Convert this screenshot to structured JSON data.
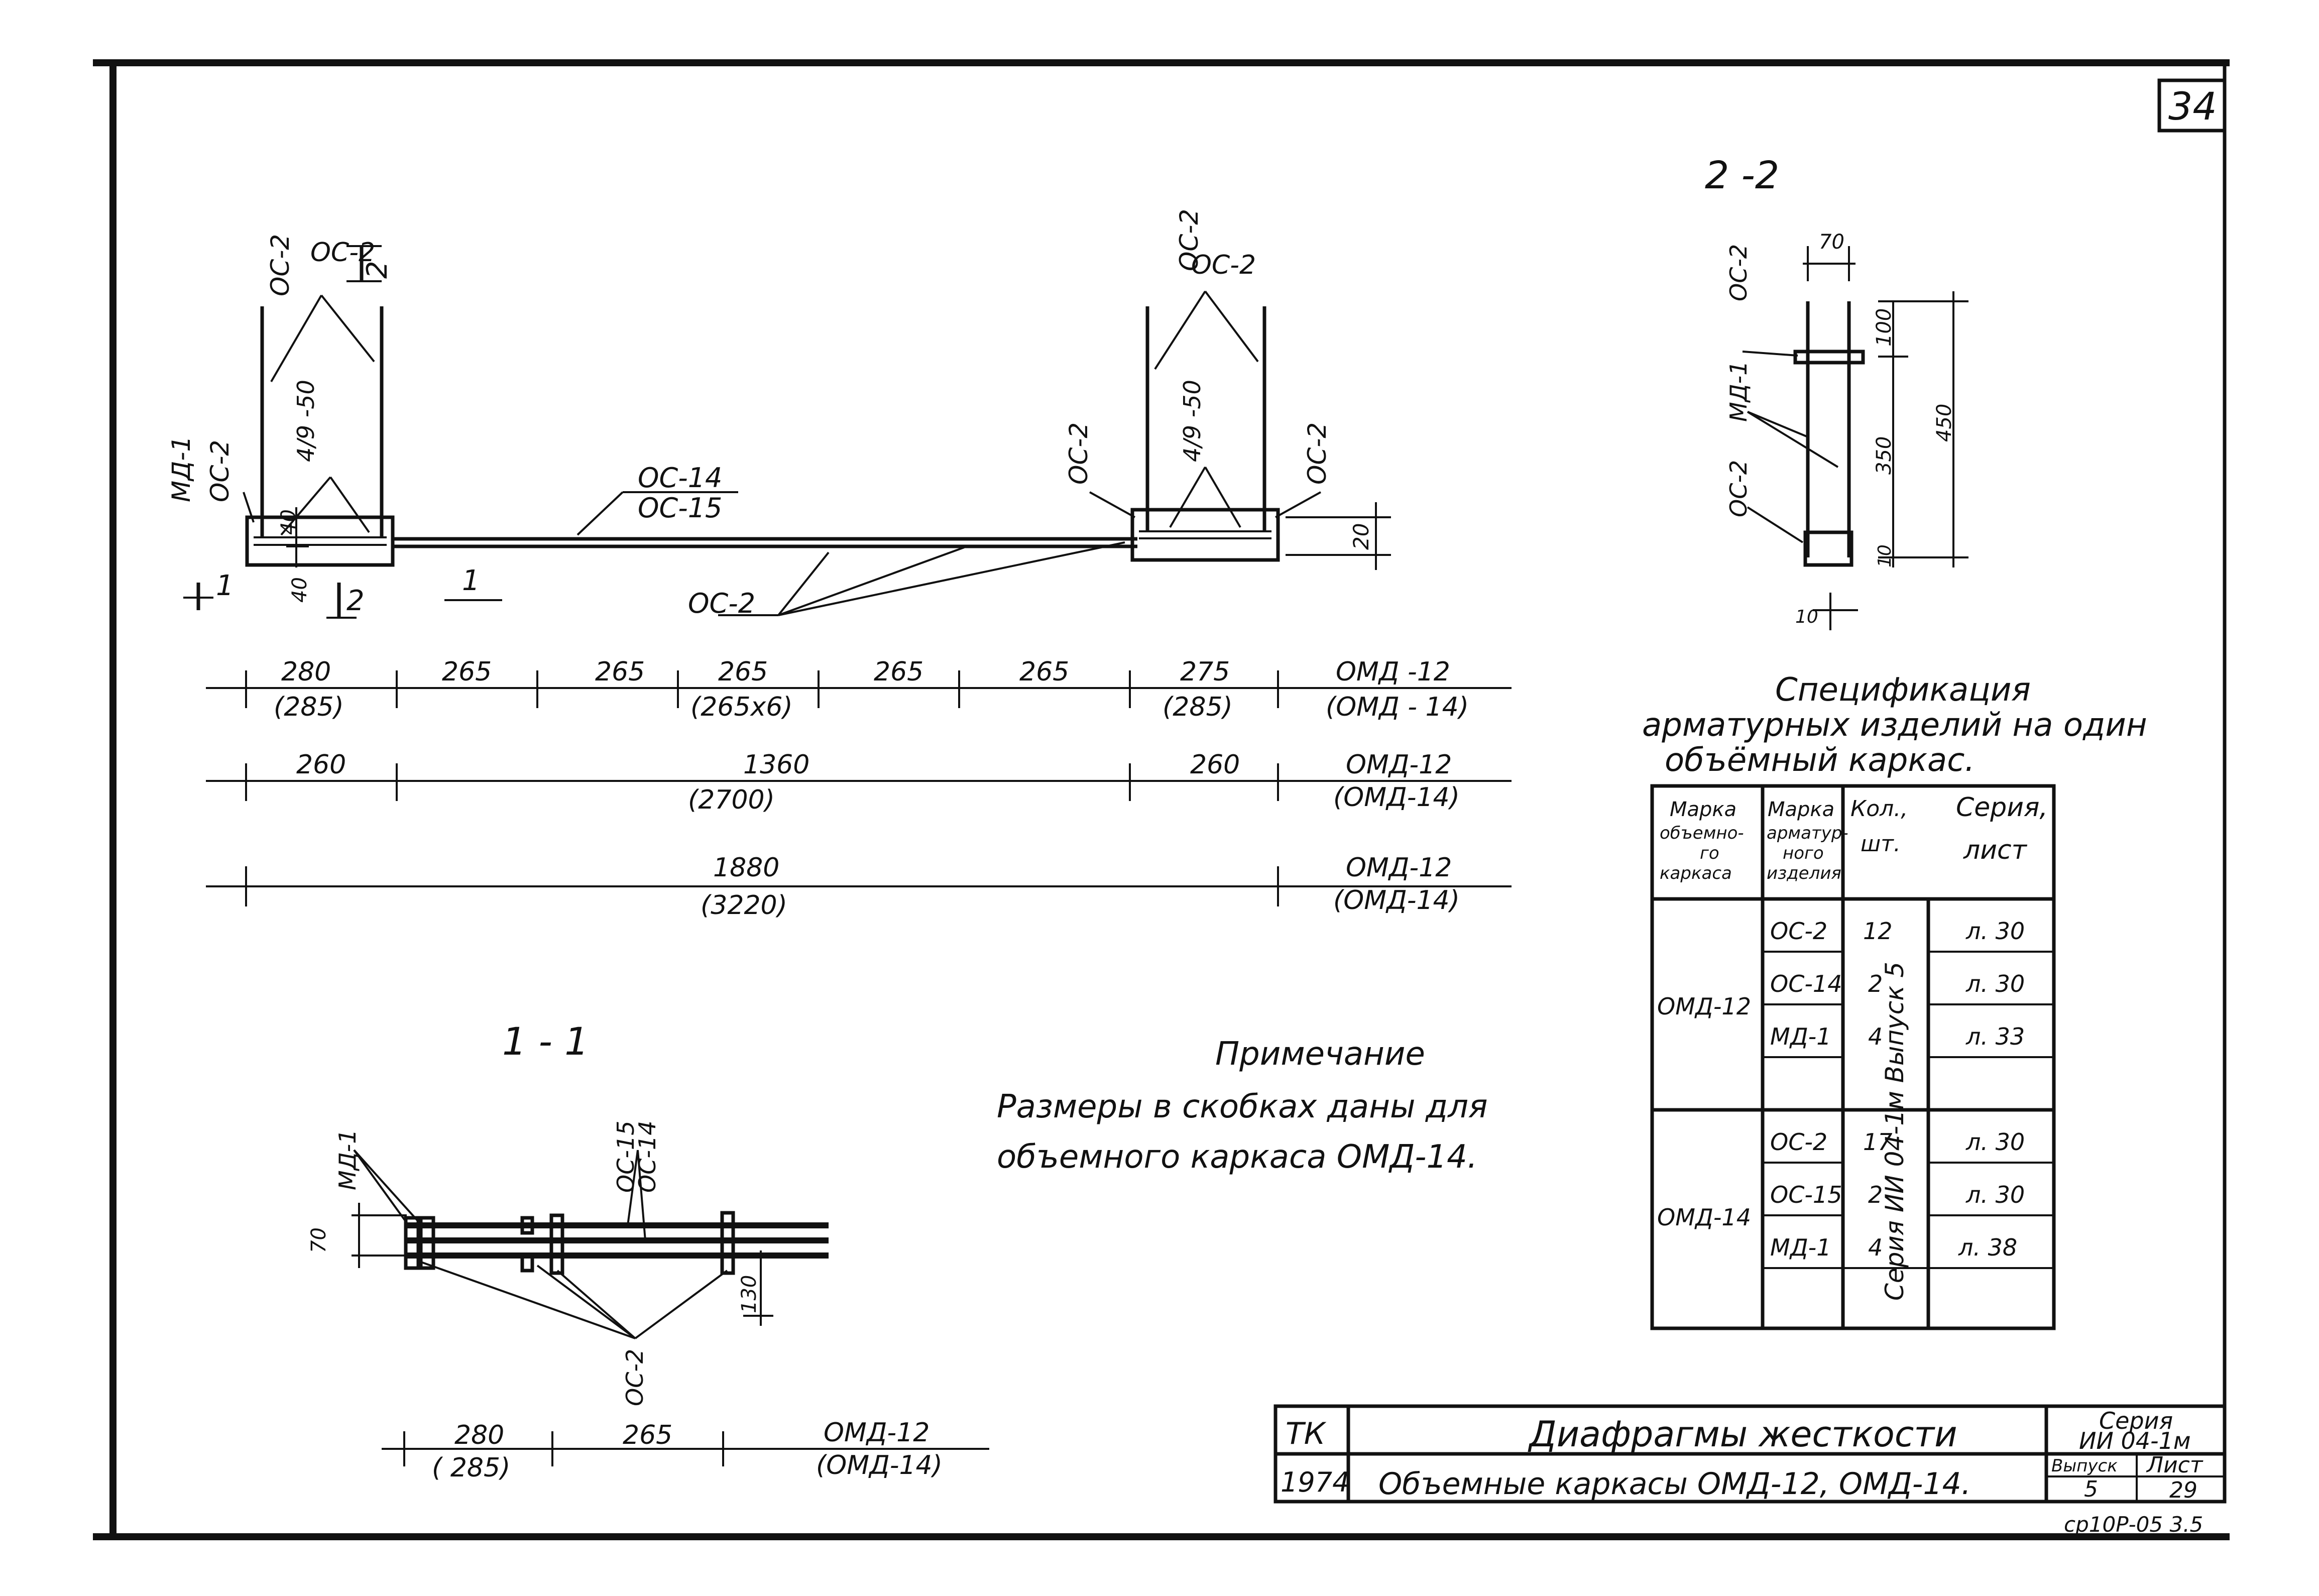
{
  "sheet": {
    "number": "34"
  },
  "section_2_2": {
    "title": "2 -2",
    "label_os2_top": "ОС-2",
    "label_md1": "МД-1",
    "label_os2_bottom": "ОС-2",
    "dim_width": "70",
    "dim_top": "100",
    "dim_mid": "350",
    "dim_total": "450",
    "dim_bottom": "10",
    "dim_base": "10"
  },
  "elevation": {
    "left_md1": "МД-1",
    "left_os2": "ОС-2",
    "left_os2_top": "ОС-2",
    "left_rebar": "4/9 -50",
    "left_dim_40a": "40",
    "left_dim_40b": "40",
    "cut_mark_1": "1",
    "cut_mark_2": "2",
    "beam_label_top": "ОС-14",
    "beam_label_bottom": "ОС-15",
    "beam_os2": "ОС-2",
    "right_os2_top": "ОС-2",
    "right_os2_left": "ОС-2",
    "right_os2_right": "ОС-2",
    "right_rebar": "4/9 -50",
    "right_dim_20": "20"
  },
  "dims_row1": {
    "items": [
      {
        "main": "280",
        "alt": "(285)"
      },
      {
        "main": "265",
        "alt": ""
      },
      {
        "main": "265",
        "alt": ""
      },
      {
        "main": "265",
        "alt": "(265x6)"
      },
      {
        "main": "265",
        "alt": ""
      },
      {
        "main": "265",
        "alt": ""
      },
      {
        "main": "275",
        "alt": "(285)"
      }
    ],
    "tag_main": "ОМД -12",
    "tag_alt": "(ОМД - 14)"
  },
  "dims_row2": {
    "items": [
      {
        "main": "260",
        "alt": ""
      },
      {
        "main": "1360",
        "alt": "(2700)"
      },
      {
        "main": "260",
        "alt": ""
      }
    ],
    "tag_main": "ОМД-12",
    "tag_alt": "(ОМД-14)"
  },
  "dims_row3": {
    "main": "1880",
    "alt": "(3220)",
    "tag_main": "ОМД-12",
    "tag_alt": "(ОМД-14)"
  },
  "section_1_1": {
    "title": "1 - 1",
    "label_md1": "МД-1",
    "label_os15": "ОС-15",
    "label_os14": "ОС-14",
    "label_os2": "ОС-2",
    "dim_70": "70",
    "dim_130": "130",
    "dim_a_main": "280",
    "dim_a_alt": "( 285)",
    "dim_b": "265",
    "tag_main": "ОМД-12",
    "tag_alt": "(ОМД-14)"
  },
  "note": {
    "title": "Примечание",
    "line1": "Размеры в скобках даны для",
    "line2": "объемного каркаса ОМД-14."
  },
  "spec": {
    "title_line1": "Спецификация",
    "title_line2": "арматурных изделий на один",
    "title_line3": "объёмный каркас.",
    "header_col1": [
      "Марка",
      "объемно-",
      "го",
      "каркаса"
    ],
    "header_col2": [
      "Марка",
      "арматур-",
      "ного",
      "изделия"
    ],
    "header_col3": [
      "Кол.,",
      "шт."
    ],
    "header_col4": [
      "Серия,",
      "лист"
    ],
    "series_text": "Серия ИИ 04-1м Выпуск 5",
    "groups": [
      {
        "frame": "ОМД-12",
        "rows": [
          {
            "item": "ОС-2",
            "qty": "12",
            "sheet": "л. 30"
          },
          {
            "item": "ОС-14",
            "qty": "2",
            "sheet": "л. 30"
          },
          {
            "item": "МД-1",
            "qty": "4",
            "sheet": "л. 33"
          }
        ]
      },
      {
        "frame": "ОМД-14",
        "rows": [
          {
            "item": "ОС-2",
            "qty": "17",
            "sheet": "л. 30"
          },
          {
            "item": "ОС-15",
            "qty": "2",
            "sheet": "л. 30"
          },
          {
            "item": "МД-1",
            "qty": "4",
            "sheet": "л. 38"
          }
        ]
      }
    ]
  },
  "title_block": {
    "code": "ТК",
    "year": "1974",
    "title": "Диафрагмы жесткости",
    "subtitle": "Объемные каркасы ОМД-12, ОМД-14.",
    "series_label": "Серия",
    "series_value": "ИИ 04-1м",
    "issue_label": "Выпуск",
    "issue_value": "5",
    "sheet_label": "Лист",
    "sheet_value": "29",
    "stamp": "ср10Р-05 3.5"
  }
}
